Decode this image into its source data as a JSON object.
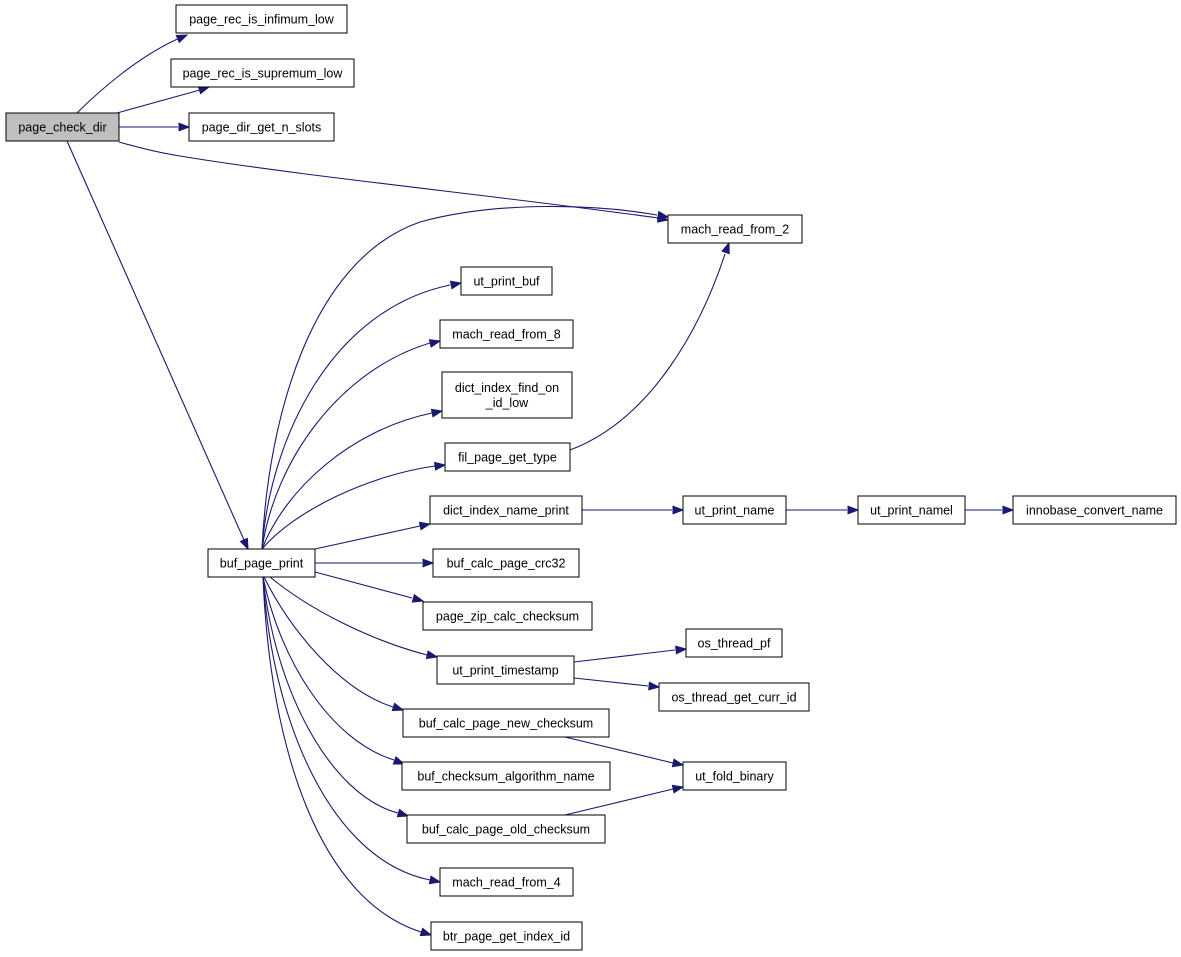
{
  "graph": {
    "root": "page_check_dir",
    "node_fill": "#ffffff",
    "root_fill": "#bfbfbf",
    "edge_color": "#191970",
    "nodes": [
      {
        "id": "page_check_dir",
        "label": [
          "page_check_dir"
        ]
      },
      {
        "id": "page_rec_is_infimum_low",
        "label": [
          "page_rec_is_infimum_low"
        ]
      },
      {
        "id": "page_rec_is_supremum_low",
        "label": [
          "page_rec_is_supremum_low"
        ]
      },
      {
        "id": "page_dir_get_n_slots",
        "label": [
          "page_dir_get_n_slots"
        ]
      },
      {
        "id": "mach_read_from_2",
        "label": [
          "mach_read_from_2"
        ]
      },
      {
        "id": "buf_page_print",
        "label": [
          "buf_page_print"
        ]
      },
      {
        "id": "ut_print_buf",
        "label": [
          "ut_print_buf"
        ]
      },
      {
        "id": "mach_read_from_8",
        "label": [
          "mach_read_from_8"
        ]
      },
      {
        "id": "dict_index_find_on_id_low",
        "label": [
          "dict_index_find_on",
          "_id_low"
        ]
      },
      {
        "id": "fil_page_get_type",
        "label": [
          "fil_page_get_type"
        ]
      },
      {
        "id": "dict_index_name_print",
        "label": [
          "dict_index_name_print"
        ]
      },
      {
        "id": "ut_print_name",
        "label": [
          "ut_print_name"
        ]
      },
      {
        "id": "ut_print_namel",
        "label": [
          "ut_print_namel"
        ]
      },
      {
        "id": "innobase_convert_name",
        "label": [
          "innobase_convert_name"
        ]
      },
      {
        "id": "buf_calc_page_crc32",
        "label": [
          "buf_calc_page_crc32"
        ]
      },
      {
        "id": "page_zip_calc_checksum",
        "label": [
          "page_zip_calc_checksum"
        ]
      },
      {
        "id": "ut_print_timestamp",
        "label": [
          "ut_print_timestamp"
        ]
      },
      {
        "id": "os_thread_pf",
        "label": [
          "os_thread_pf"
        ]
      },
      {
        "id": "os_thread_get_curr_id",
        "label": [
          "os_thread_get_curr_id"
        ]
      },
      {
        "id": "buf_calc_page_new_checksum",
        "label": [
          "buf_calc_page_new_checksum"
        ]
      },
      {
        "id": "ut_fold_binary",
        "label": [
          "ut_fold_binary"
        ]
      },
      {
        "id": "buf_checksum_algorithm_name",
        "label": [
          "buf_checksum_algorithm_name"
        ]
      },
      {
        "id": "buf_calc_page_old_checksum",
        "label": [
          "buf_calc_page_old_checksum"
        ]
      },
      {
        "id": "mach_read_from_4",
        "label": [
          "mach_read_from_4"
        ]
      },
      {
        "id": "btr_page_get_index_id",
        "label": [
          "btr_page_get_index_id"
        ]
      }
    ],
    "edges": [
      {
        "from": "page_check_dir",
        "to": "page_rec_is_infimum_low"
      },
      {
        "from": "page_check_dir",
        "to": "page_rec_is_supremum_low"
      },
      {
        "from": "page_check_dir",
        "to": "page_dir_get_n_slots"
      },
      {
        "from": "page_check_dir",
        "to": "mach_read_from_2"
      },
      {
        "from": "page_check_dir",
        "to": "buf_page_print"
      },
      {
        "from": "buf_page_print",
        "to": "mach_read_from_2"
      },
      {
        "from": "buf_page_print",
        "to": "ut_print_buf"
      },
      {
        "from": "buf_page_print",
        "to": "mach_read_from_8"
      },
      {
        "from": "buf_page_print",
        "to": "dict_index_find_on_id_low"
      },
      {
        "from": "buf_page_print",
        "to": "fil_page_get_type"
      },
      {
        "from": "buf_page_print",
        "to": "dict_index_name_print"
      },
      {
        "from": "buf_page_print",
        "to": "buf_calc_page_crc32"
      },
      {
        "from": "buf_page_print",
        "to": "page_zip_calc_checksum"
      },
      {
        "from": "buf_page_print",
        "to": "ut_print_timestamp"
      },
      {
        "from": "buf_page_print",
        "to": "buf_calc_page_new_checksum"
      },
      {
        "from": "buf_page_print",
        "to": "buf_checksum_algorithm_name"
      },
      {
        "from": "buf_page_print",
        "to": "buf_calc_page_old_checksum"
      },
      {
        "from": "buf_page_print",
        "to": "mach_read_from_4"
      },
      {
        "from": "buf_page_print",
        "to": "btr_page_get_index_id"
      },
      {
        "from": "fil_page_get_type",
        "to": "mach_read_from_2"
      },
      {
        "from": "dict_index_name_print",
        "to": "ut_print_name"
      },
      {
        "from": "ut_print_name",
        "to": "ut_print_namel"
      },
      {
        "from": "ut_print_namel",
        "to": "innobase_convert_name"
      },
      {
        "from": "ut_print_timestamp",
        "to": "os_thread_pf"
      },
      {
        "from": "ut_print_timestamp",
        "to": "os_thread_get_curr_id"
      },
      {
        "from": "buf_calc_page_new_checksum",
        "to": "ut_fold_binary"
      },
      {
        "from": "buf_calc_page_old_checksum",
        "to": "ut_fold_binary"
      }
    ]
  }
}
